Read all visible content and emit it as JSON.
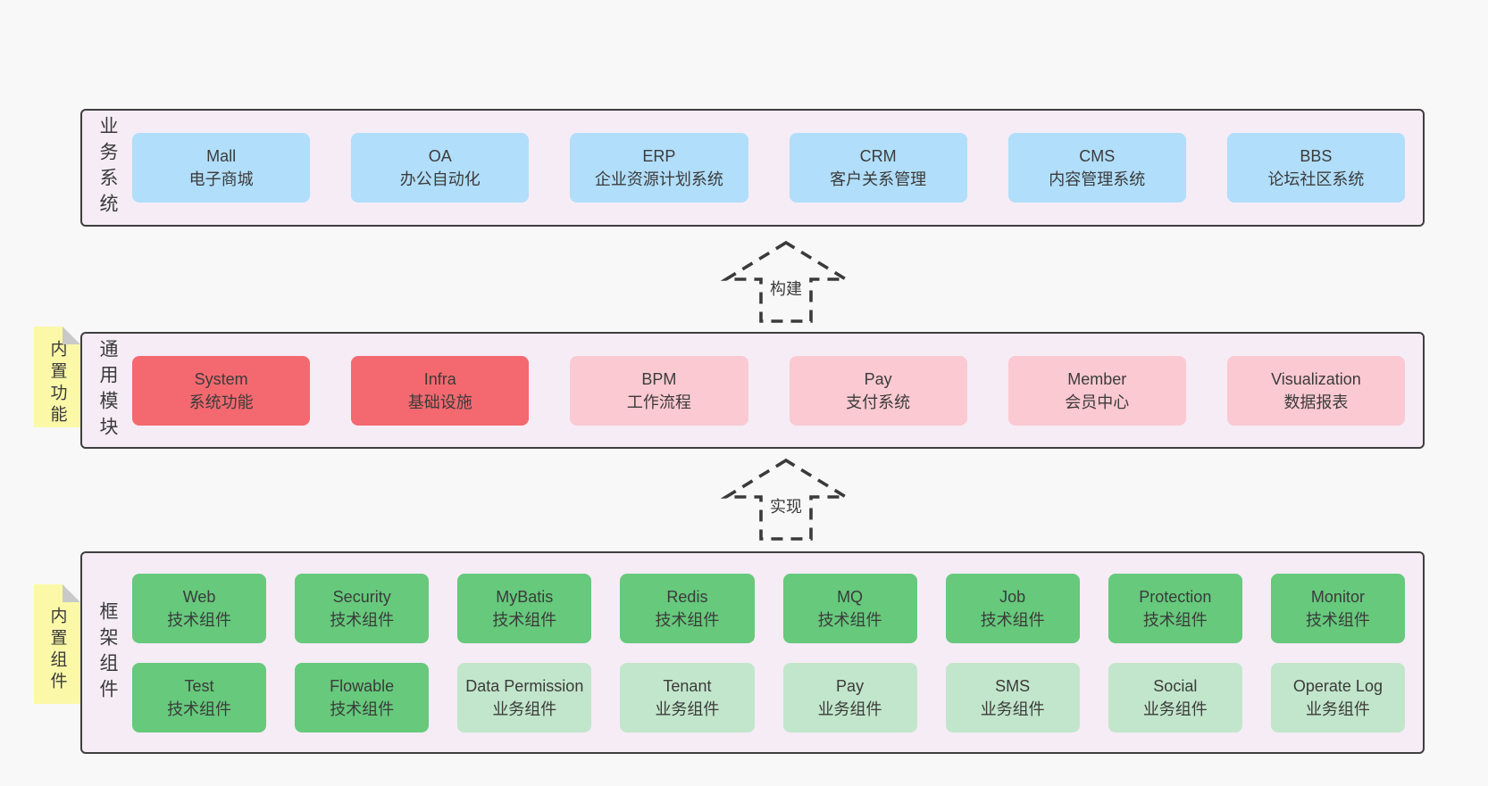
{
  "colors": {
    "page_background": "#f8f8f8",
    "panel_background": "#f5ecf5",
    "panel_border": "#3f3f3f",
    "box_blue": "#b1defa",
    "box_red": "#f4696f",
    "box_pink": "#fbc9d2",
    "box_green": "#66c97c",
    "box_light_green": "#c2e6cb",
    "note_yellow": "#fbf9a8",
    "note_fold_gray": "#c9c9c9",
    "text": "#3b3b3b"
  },
  "arrows": [
    {
      "label": "构建"
    },
    {
      "label": "实现"
    }
  ],
  "sections": {
    "business": {
      "side_label": "业务系统",
      "rows": [
        [
          {
            "en": "Mall",
            "zh": "电子商城",
            "color": "blue"
          },
          {
            "en": "OA",
            "zh": "办公自动化",
            "color": "blue"
          },
          {
            "en": "ERP",
            "zh": "企业资源计划系统",
            "color": "blue"
          },
          {
            "en": "CRM",
            "zh": "客户关系管理",
            "color": "blue"
          },
          {
            "en": "CMS",
            "zh": "内容管理系统",
            "color": "blue"
          },
          {
            "en": "BBS",
            "zh": "论坛社区系统",
            "color": "blue"
          }
        ]
      ]
    },
    "modules": {
      "side_label": "通用模块",
      "note": "内置功能",
      "rows": [
        [
          {
            "en": "System",
            "zh": "系统功能",
            "color": "red"
          },
          {
            "en": "Infra",
            "zh": "基础设施",
            "color": "red"
          },
          {
            "en": "BPM",
            "zh": "工作流程",
            "color": "pink"
          },
          {
            "en": "Pay",
            "zh": "支付系统",
            "color": "pink"
          },
          {
            "en": "Member",
            "zh": "会员中心",
            "color": "pink"
          },
          {
            "en": "Visualization",
            "zh": "数据报表",
            "color": "pink"
          }
        ]
      ]
    },
    "components": {
      "side_label": "框架组件",
      "note": "内置组件",
      "rows": [
        [
          {
            "en": "Web",
            "zh": "技术组件",
            "color": "green"
          },
          {
            "en": "Security",
            "zh": "技术组件",
            "color": "green"
          },
          {
            "en": "MyBatis",
            "zh": "技术组件",
            "color": "green"
          },
          {
            "en": "Redis",
            "zh": "技术组件",
            "color": "green"
          },
          {
            "en": "MQ",
            "zh": "技术组件",
            "color": "green"
          },
          {
            "en": "Job",
            "zh": "技术组件",
            "color": "green"
          },
          {
            "en": "Protection",
            "zh": "技术组件",
            "color": "green"
          },
          {
            "en": "Monitor",
            "zh": "技术组件",
            "color": "green"
          }
        ],
        [
          {
            "en": "Test",
            "zh": "技术组件",
            "color": "green"
          },
          {
            "en": "Flowable",
            "zh": "技术组件",
            "color": "green"
          },
          {
            "en": "Data Permission",
            "zh": "业务组件",
            "color": "lightgreen"
          },
          {
            "en": "Tenant",
            "zh": "业务组件",
            "color": "lightgreen"
          },
          {
            "en": "Pay",
            "zh": "业务组件",
            "color": "lightgreen"
          },
          {
            "en": "SMS",
            "zh": "业务组件",
            "color": "lightgreen"
          },
          {
            "en": "Social",
            "zh": "业务组件",
            "color": "lightgreen"
          },
          {
            "en": "Operate Log",
            "zh": "业务组件",
            "color": "lightgreen"
          }
        ]
      ]
    }
  }
}
